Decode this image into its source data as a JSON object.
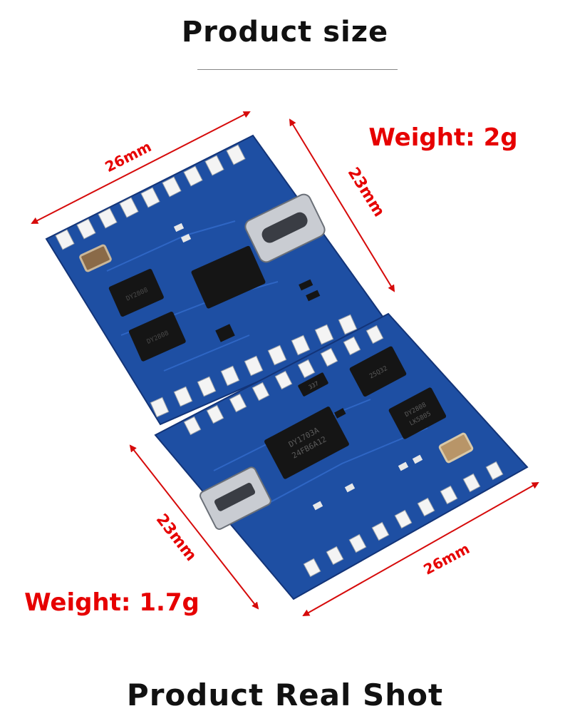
{
  "header": {
    "title": "Product size"
  },
  "footer": {
    "title": "Product Real Shot"
  },
  "board_top": {
    "width_label": "26mm",
    "height_label": "23mm",
    "weight_label": "Weight: 2g",
    "chip_a": "DY2808",
    "chip_b": "DY2808"
  },
  "board_bottom": {
    "width_label": "26mm",
    "height_label": "23mm",
    "weight_label": "Weight: 1.7g",
    "chip_main_line1": "DY1703A",
    "chip_main_line2": "24FB6A12",
    "chip_flash": "25Q32",
    "chip_amp_line1": "DY2808",
    "chip_amp_line2": "LK5805",
    "chip_small": "337"
  },
  "colors": {
    "pcb": "#1e4fa3",
    "pcb_dark": "#153a80",
    "pad": "#f4f4f4",
    "chip": "#151515",
    "arrow": "#d60a0a",
    "label": "#e60000"
  },
  "icons": [
    "usb-c-port-icon",
    "micro-usb-port-icon"
  ]
}
